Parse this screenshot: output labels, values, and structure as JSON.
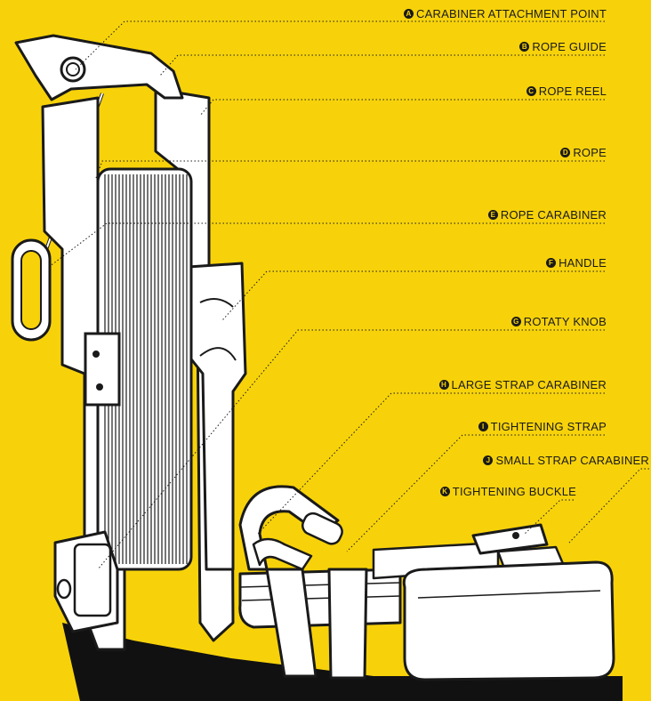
{
  "callouts": [
    {
      "letter": "A",
      "label": "CARABINER ATTACHMENT POINT"
    },
    {
      "letter": "B",
      "label": "ROPE GUIDE"
    },
    {
      "letter": "C",
      "label": "ROPE REEL"
    },
    {
      "letter": "D",
      "label": "ROPE"
    },
    {
      "letter": "E",
      "label": "ROPE CARABINER"
    },
    {
      "letter": "F",
      "label": "HANDLE"
    },
    {
      "letter": "G",
      "label": "ROTATY KNOB"
    },
    {
      "letter": "H",
      "label": "LARGE STRAP CARABINER"
    },
    {
      "letter": "I",
      "label": "TIGHTENING STRAP"
    },
    {
      "letter": "J",
      "label": "SMALL STRAP CARABINER"
    },
    {
      "letter": "K",
      "label": "TIGHTENING BUCKLE"
    }
  ],
  "colors": {
    "background": "#f7d20a",
    "ink": "#1a1a1a",
    "fill": "#ffffff"
  }
}
